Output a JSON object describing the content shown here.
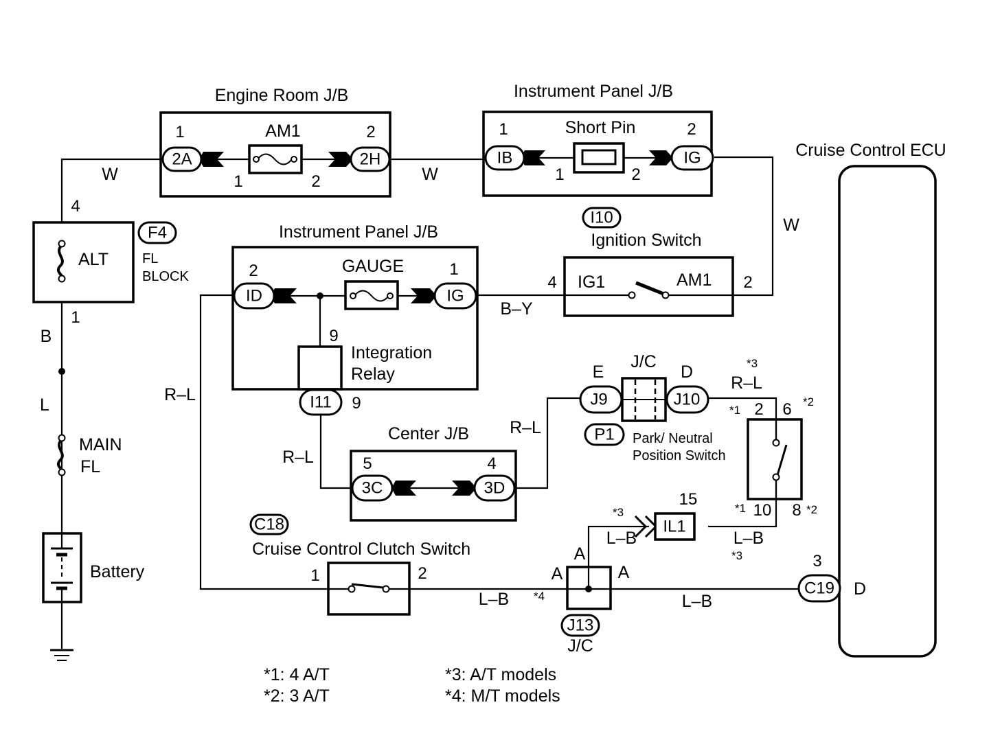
{
  "components": {
    "engine_room_jb": {
      "title": "Engine Room J/B",
      "fuse": "AM1",
      "conn_left": "2A",
      "conn_right": "2H",
      "pin_left_top": "1",
      "pin_right_top": "2",
      "pin_left_bottom": "1",
      "pin_right_bottom": "2"
    },
    "ip_jb_top": {
      "title": "Instrument Panel J/B",
      "part": "Short Pin",
      "conn_left": "IB",
      "conn_right": "IG",
      "pin_left_top": "1",
      "pin_right_top": "2",
      "pin_left_bottom": "1",
      "pin_right_bottom": "2"
    },
    "ecu": {
      "title": "Cruise Control ECU",
      "terminal": "D",
      "connector": "C19",
      "pin": "3"
    },
    "fl_block": {
      "connector": "F4",
      "fuse": "ALT",
      "label_line1": "FL",
      "label_line2": "BLOCK",
      "pin_top": "4",
      "pin_bottom": "1"
    },
    "main_fl": {
      "line1": "MAIN",
      "line2": "FL"
    },
    "battery": {
      "label": "Battery"
    },
    "ip_jb_mid": {
      "title": "Instrument Panel J/B",
      "fuse": "GAUGE",
      "conn_left": "ID",
      "conn_right": "IG",
      "pin_left": "2",
      "pin_right": "1",
      "relay_line1": "Integration",
      "relay_line2": "Relay",
      "relay_pin": "9",
      "relay_connector": "I11",
      "relay_conn_pin": "9"
    },
    "ignition_switch": {
      "connector": "I10",
      "title": "Ignition Switch",
      "term_left": "IG1",
      "term_right": "AM1",
      "pin_left": "4",
      "pin_right": "2"
    },
    "center_jb": {
      "title": "Center J/B",
      "conn_left": "3C",
      "conn_right": "3D",
      "pin_left": "5",
      "pin_right": "4"
    },
    "jc_upper": {
      "title": "J/C",
      "conn_left": "J9",
      "conn_right": "J10",
      "term_left": "E",
      "term_right": "D"
    },
    "pn_switch": {
      "connector": "P1",
      "line1": "Park/ Neutral",
      "line2": "Position Switch",
      "pin_top_a": "2",
      "pin_top_b": "6",
      "pin_bot_a": "10",
      "pin_bot_b": "8",
      "star_top_a": "*1",
      "star_top_b": "*2",
      "star_bot_a": "*1",
      "star_bot_b": "*2"
    },
    "il1": {
      "connector": "IL1",
      "pin": "15"
    },
    "clutch_switch": {
      "connector": "C18",
      "title": "Cruise Control Clutch Switch",
      "pin_left": "1",
      "pin_right": "2"
    },
    "jc_lower": {
      "connector": "J13",
      "title": "J/C",
      "term_top": "A",
      "term_left": "A",
      "term_right": "A"
    }
  },
  "wires": {
    "w1": "W",
    "w2": "W",
    "w3": "W",
    "b": "B",
    "l": "L",
    "by": "B–Y",
    "rl_left": "R–L",
    "rl_center": "R–L",
    "rl_up": "R–L",
    "rl_pn": "R–L",
    "lb_clutch": "L–B",
    "lb_il1": "L–B",
    "lb_pn": "L–B",
    "lb_ecu": "L–B",
    "star3_rl": "*3",
    "star3_lb": "*3",
    "star3_lb2": "*3",
    "star4": "*4"
  },
  "notes": [
    {
      "text": "*1: 4 A/T"
    },
    {
      "text": "*2: 3 A/T"
    },
    {
      "text": "*3: A/T models"
    },
    {
      "text": "*4: M/T models"
    }
  ]
}
